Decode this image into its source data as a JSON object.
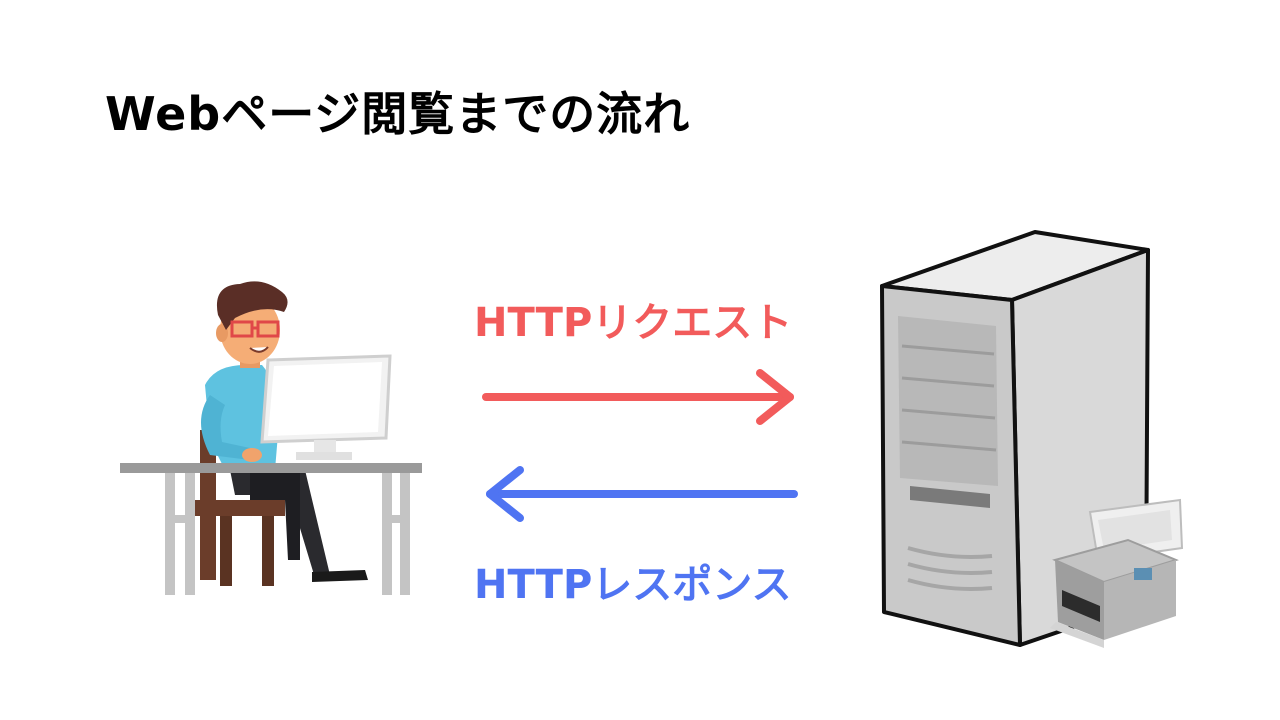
{
  "title": "Webページ閲覧までの流れ",
  "request": {
    "label": "HTTPリクエスト",
    "color": "#f25b5b"
  },
  "response": {
    "label": "HTTPレスポンス",
    "color": "#4f74f2"
  },
  "icons": {
    "client": "person-at-computer-illustration",
    "server": "server-tower-illustration",
    "printer": "printer-illustration"
  }
}
